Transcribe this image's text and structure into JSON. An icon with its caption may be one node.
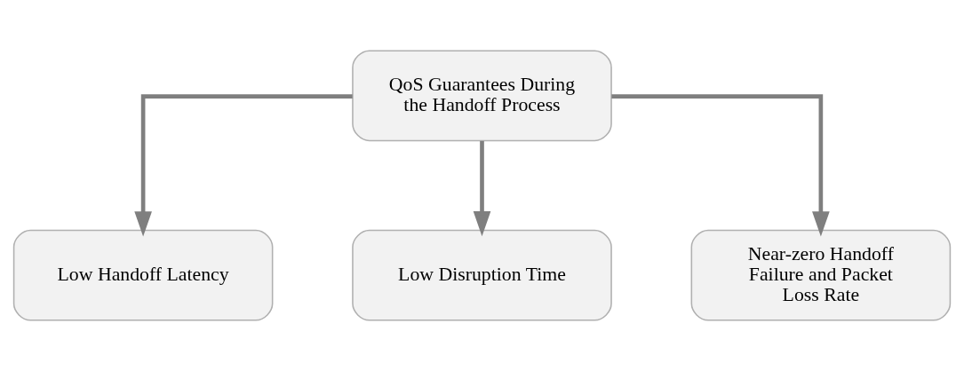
{
  "diagram": {
    "nodes": [
      {
        "text": [
          "QoS Guarantees During the Handoff Process"
        ]
      },
      {
        "text": [
          "Low Handoff Latency"
        ]
      },
      {
        "text": [
          "Low Disruption Time"
        ]
      },
      {
        "text": [
          "Near-zero Handoff Failure and Packet Loss Rate"
        ]
      }
    ],
    "edges": [
      {
        "from": 0,
        "to": 1,
        "arrow": "to"
      },
      {
        "from": 0,
        "to": 2,
        "arrow": "to"
      },
      {
        "from": 0,
        "to": 3,
        "arrow": "to"
      }
    ]
  }
}
